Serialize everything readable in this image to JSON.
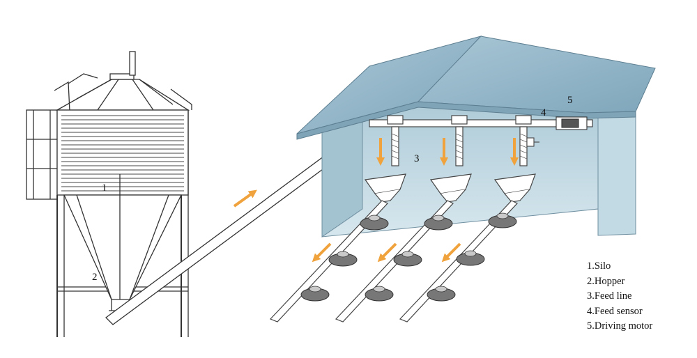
{
  "labels": {
    "silo": "1",
    "hopper": "2",
    "feed_line": "3",
    "feed_sensor": "4",
    "driving_motor": "5"
  },
  "legend": [
    "1.Silo",
    "2.Hopper",
    "3.Feed line",
    "4.Feed sensor",
    "5.Driving motor"
  ],
  "colors": {
    "roof": "#8fb3c6",
    "wall": "#b7d3df",
    "arrow": "#f0a23c",
    "line": "#333333"
  }
}
